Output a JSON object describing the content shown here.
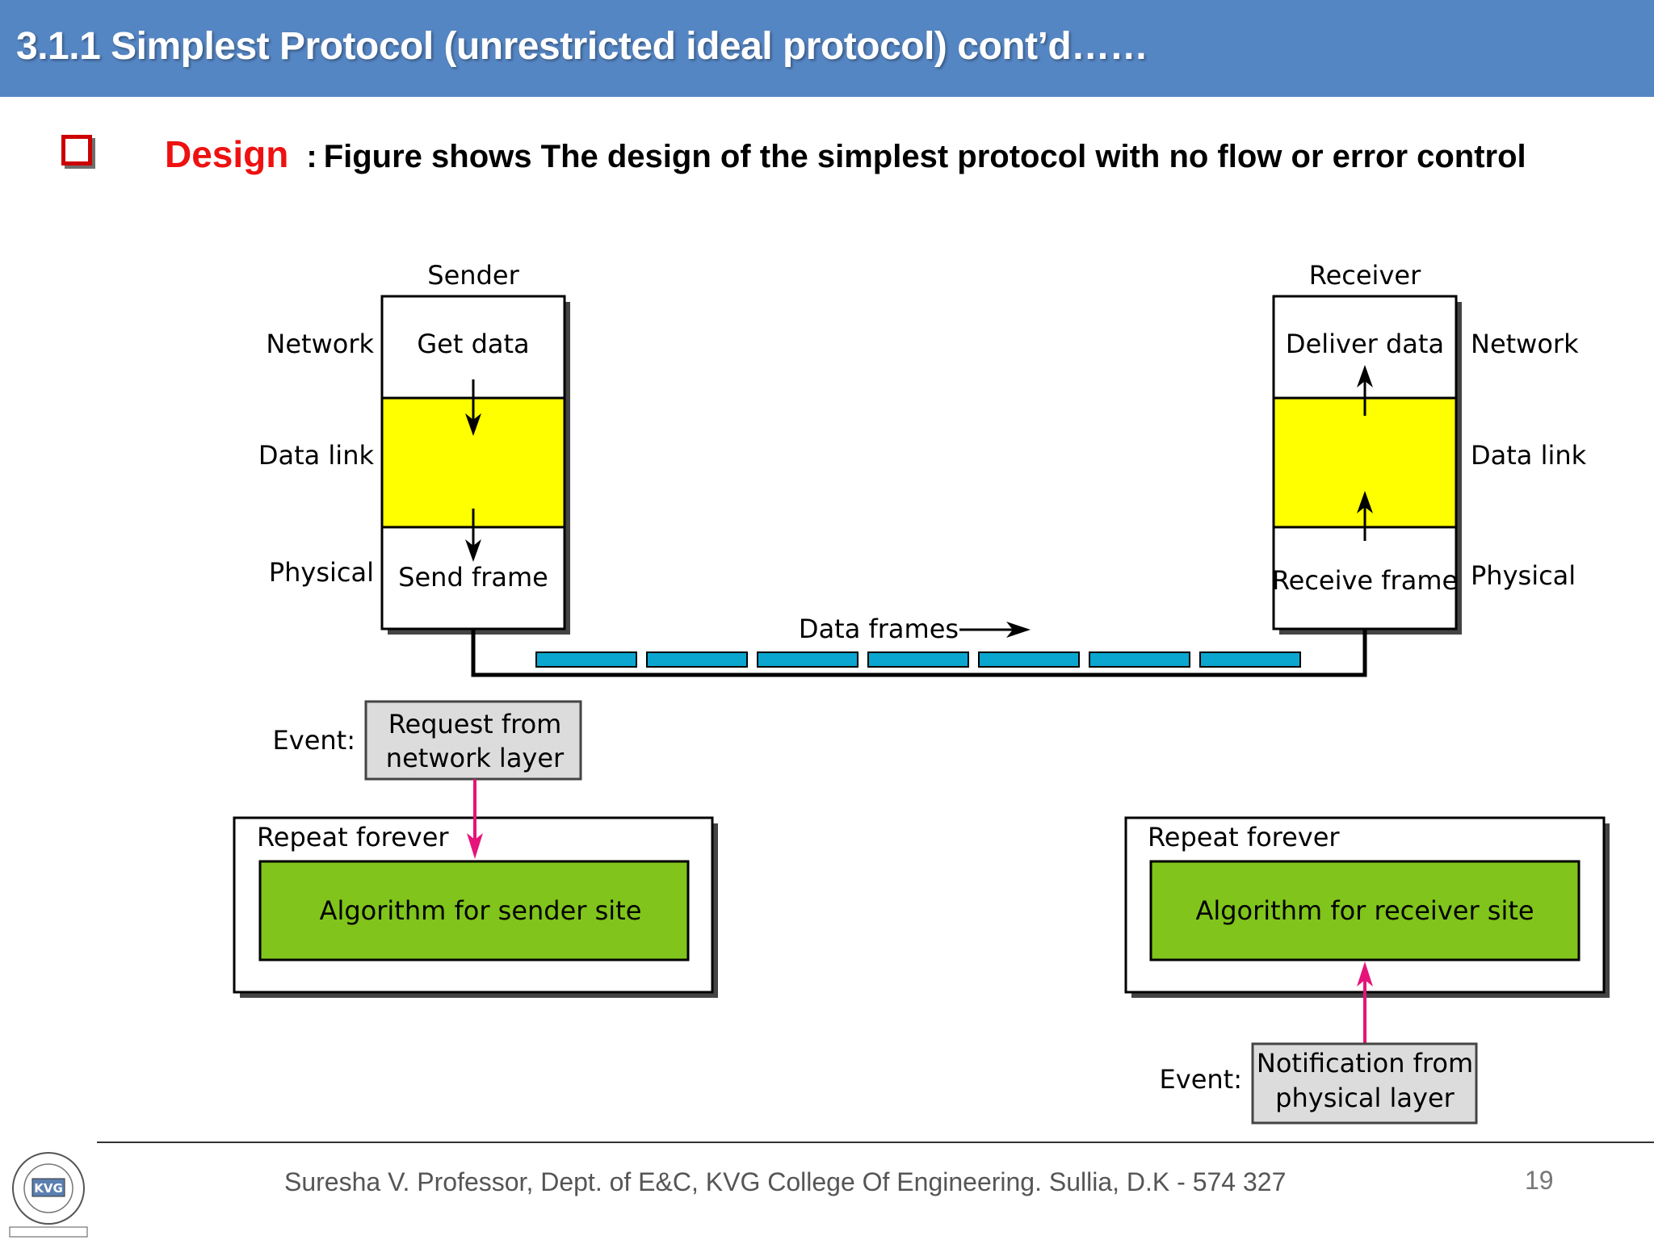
{
  "slide": {
    "title": "3.1.1 Simplest Protocol (unrestricted ideal protocol) cont’d……",
    "design_label": "Design",
    "design_separator": ":",
    "design_text": "Figure shows The design of the simplest protocol with no flow or error control"
  },
  "diagram": {
    "sender": {
      "title": "Sender",
      "network_label": "Network",
      "datalink_label": "Data link",
      "physical_label": "Physical",
      "network_cell": "Get data",
      "physical_cell": "Send frame"
    },
    "receiver": {
      "title": "Receiver",
      "network_label": "Network",
      "datalink_label": "Data link",
      "physical_label": "Physical",
      "network_cell": "Deliver data",
      "physical_cell": "Receive frame"
    },
    "data_frames_label": "Data frames",
    "sender_event": {
      "label": "Event:",
      "line1": "Request from",
      "line2": "network layer"
    },
    "sender_loop": {
      "label": "Repeat forever",
      "algorithm": "Algorithm for sender site"
    },
    "receiver_loop": {
      "label": "Repeat forever",
      "algorithm": "Algorithm for receiver site"
    },
    "receiver_event": {
      "label": "Event:",
      "line1": "Notification from",
      "line2": "physical layer"
    },
    "colors": {
      "datalink": "#ffff00",
      "algorithm": "#80c41c",
      "event_box": "#dcdcdc",
      "frame": "#0aa6cf",
      "event_arrow": "#e5147a"
    }
  },
  "footer": {
    "text": "Suresha V. Professor, Dept. of  E&C, KVG College Of Engineering. Sullia, D.K - 574 327",
    "page": "19",
    "logo_text": "KVG"
  }
}
